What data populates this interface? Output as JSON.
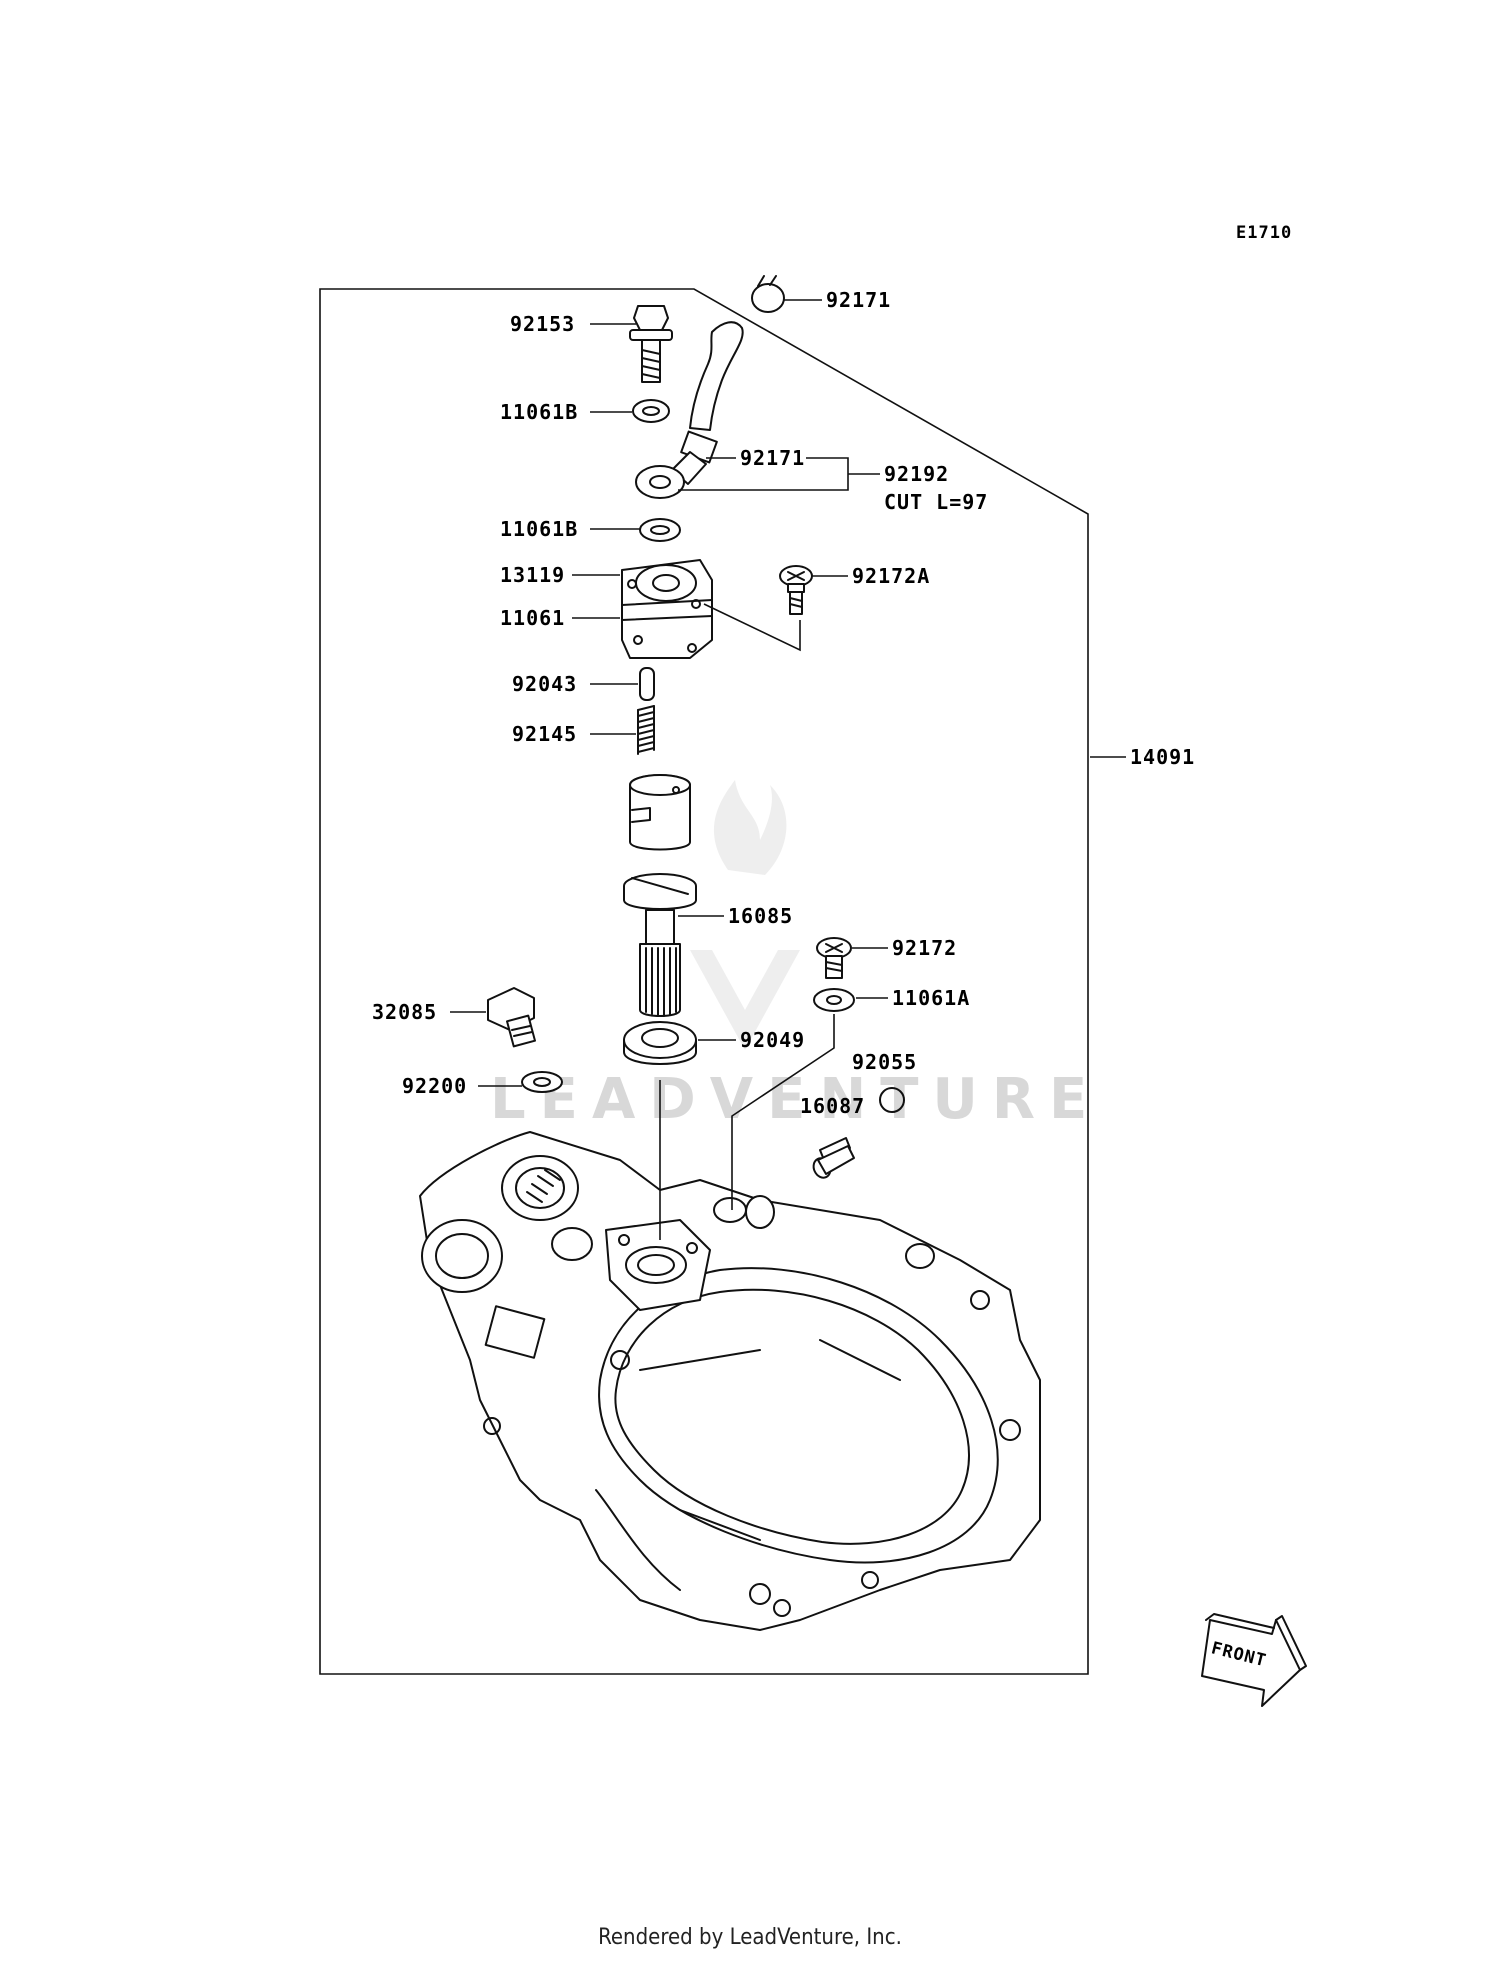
{
  "diagram_code": "E1710",
  "direction_label": "FRONT",
  "watermark": "LEADVENTURE",
  "footer": "Rendered by LeadVenture, Inc.",
  "parts": {
    "p92171_top": "92171",
    "p92153": "92153",
    "p11061B_upper": "11061B",
    "p92171_mid": "92171",
    "p92192": "92192",
    "p92192_note": "CUT L=97",
    "p11061B_lower": "11061B",
    "p13119": "13119",
    "p92172A": "92172A",
    "p11061": "11061",
    "p92043": "92043",
    "p92145": "92145",
    "p14091": "14091",
    "p16085": "16085",
    "p92172": "92172",
    "p11061A": "11061A",
    "p32085": "32085",
    "p92049": "92049",
    "p92055": "92055",
    "p92200": "92200",
    "p16087": "16087"
  }
}
